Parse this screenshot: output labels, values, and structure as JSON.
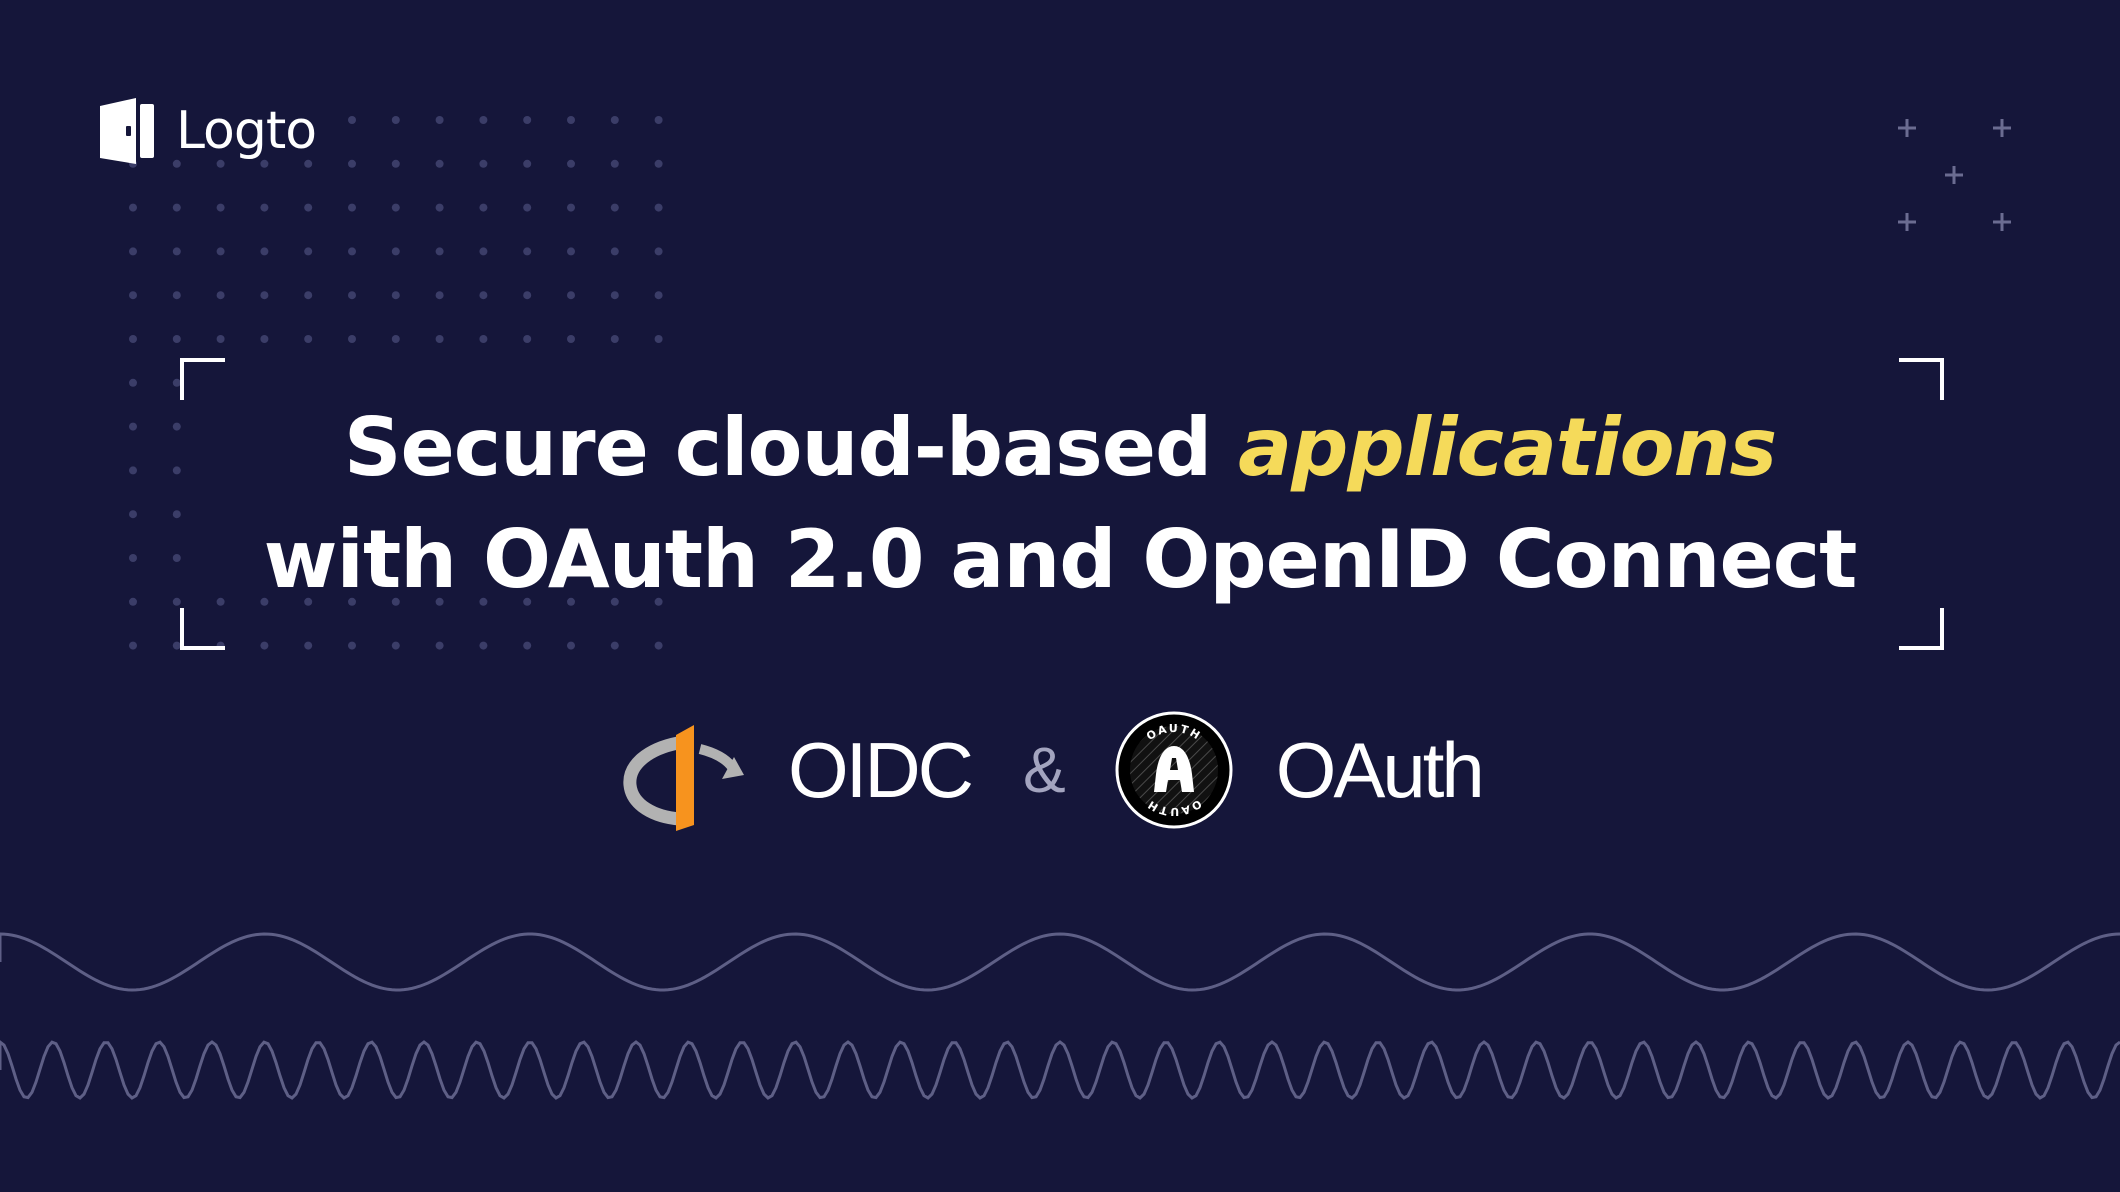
{
  "brand": {
    "logo_icon": "logto-door-icon",
    "name": "Logto"
  },
  "headline": {
    "line1_prefix": "Secure cloud-based ",
    "line1_accent": "applications",
    "line2": "with OAuth 2.0 and OpenID Connect"
  },
  "protocols": {
    "oidc_icon": "openid-icon",
    "oidc_label": "OIDC",
    "separator": "&",
    "oauth_icon": "oauth-badge-icon",
    "oauth_label": "OAuth",
    "oauth_badge_text": "OAUTH"
  },
  "colors": {
    "background": "#15163a",
    "text": "#ffffff",
    "accent": "#f5da5a",
    "openid_orange": "#f7931e",
    "openid_gray": "#b2b2b2",
    "decoration": "#5e5f86"
  }
}
